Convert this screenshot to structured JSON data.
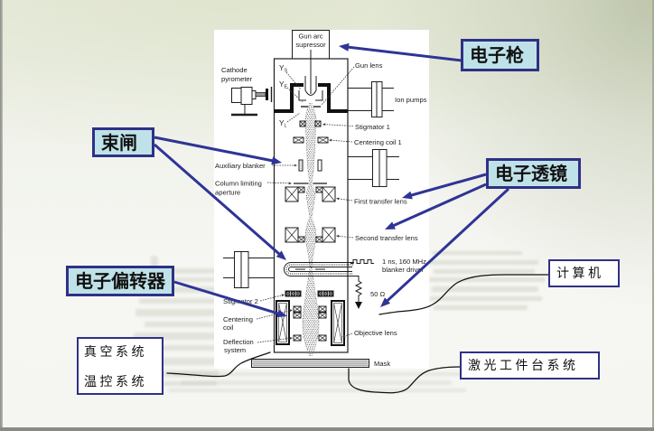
{
  "slide": {
    "colors": {
      "callout_fill": "#bfe2e9",
      "callout_border": "#2e3185",
      "arrow": "#2f3496",
      "connector": "#111111"
    },
    "callouts": {
      "electron_gun": "电子枪",
      "beam_blanker": "束闸",
      "electron_lens": "电子透镜",
      "electron_deflector": "电子偏转器",
      "vacuum_system": "真空系统",
      "temperature_control_system": "温控系统",
      "computer": "计算机",
      "laser_stage_system": "激光工件台系统"
    }
  },
  "diagram": {
    "gun_arc_suppressor": [
      "Gun arc",
      "supressor"
    ],
    "cathode_pyrometer": [
      "Cathode",
      "pyrometer"
    ],
    "gun_voltages": [
      {
        "symbol": "Y",
        "subscript": "S"
      },
      {
        "symbol": "Y",
        "subscript": "E"
      },
      {
        "symbol": "Y",
        "subscript": "L"
      }
    ],
    "gun_lens": "Gun lens",
    "ion_pumps": "Ion pumps",
    "stigmator_1": "Stigmator 1",
    "centering_coil_1": "Centering coil 1",
    "auxiliary_blanker": "Auxiliary blanker",
    "column_limiting_aperture": [
      "Column limiting",
      "aperture"
    ],
    "first_transfer_lens": "First transfer lens",
    "second_transfer_lens": "Second transfer lens",
    "blanker_driver": [
      "1 ns, 160 MHz",
      "blanker driver"
    ],
    "termination_resistor": "50 Ω",
    "stigmator_2": "Stigmator 2",
    "centering_coil": [
      "Centering",
      "coil"
    ],
    "deflection_system": [
      "Deflection",
      "system"
    ],
    "objective_lens": "Objective lens",
    "mask": "Mask"
  }
}
